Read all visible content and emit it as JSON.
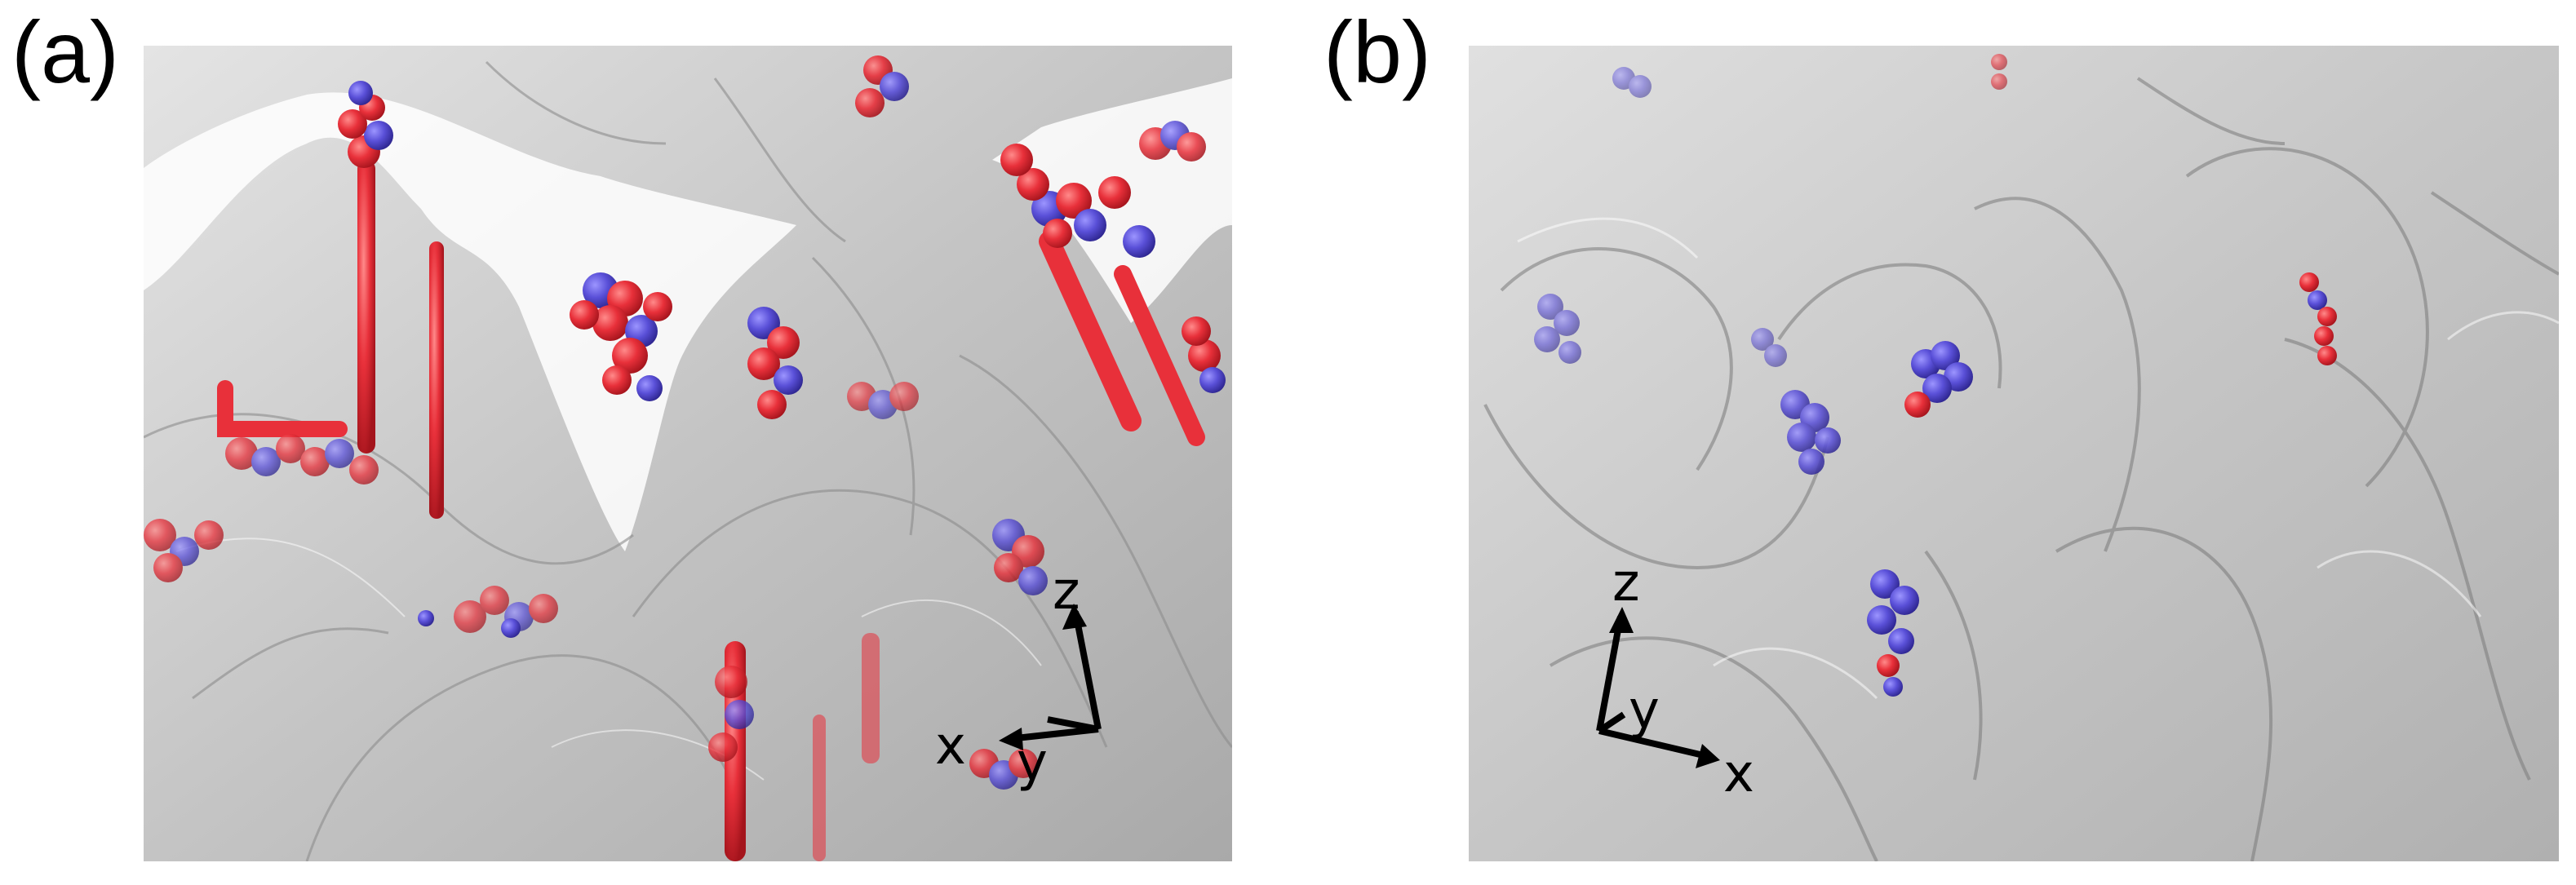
{
  "figure": {
    "panels": [
      {
        "id": "a",
        "label": "(a)",
        "axis_labels": {
          "z": "z",
          "x": "x",
          "y": "y"
        }
      },
      {
        "id": "b",
        "label": "(b)",
        "axis_labels": {
          "z": "z",
          "x": "x",
          "y": "y"
        }
      }
    ]
  },
  "colors": {
    "surface": "#c8c8c8",
    "surface_dark": "#8a8a8a",
    "bead_red": "#e8303a",
    "bead_blue": "#5a50d8",
    "axis": "#000000",
    "background": "#ffffff"
  }
}
